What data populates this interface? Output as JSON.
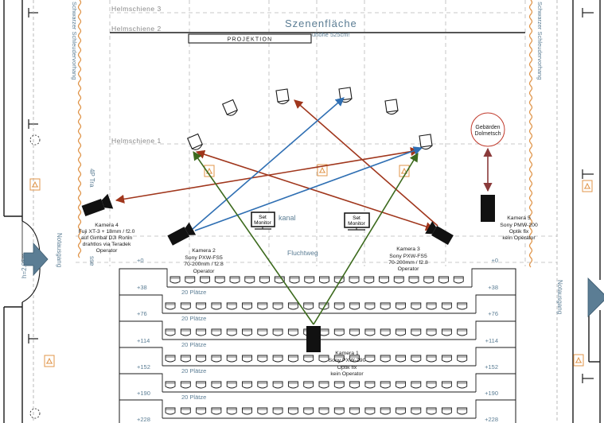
{
  "rails": {
    "rail3": "Helmschiene 3",
    "rail2": "Helmschiene 2",
    "rail1": "Helmschiene 1"
  },
  "stage": {
    "title": "Szenenfläche",
    "height_note": "uhöhe 525cm!",
    "projection": "PROJEKTION",
    "curtain_label": "Schwarzer Schleudervorhang"
  },
  "sides": {
    "canal_label": "kanal",
    "escape_path": "Fluchtweg",
    "emergency_exit": "Notausgang",
    "height_note": "h=2.96m",
    "tp_label": "4P Tra",
    "sse_label": "sse"
  },
  "monitors": [
    {
      "line1": "Set",
      "line2": "Monitor"
    },
    {
      "line1": "Set",
      "line2": "Monitor"
    }
  ],
  "interpreter": {
    "line1": "Gebärden",
    "line2": "Dolmetsch"
  },
  "cameras": [
    {
      "lines": [
        "Kamera 1",
        "Sony PXW-Z90",
        "Optik fix",
        "kein Operator"
      ]
    },
    {
      "lines": [
        "Kamera 2",
        "Sony PXW-FS5",
        "70-200mm / f2.8",
        "Operator"
      ]
    },
    {
      "lines": [
        "Kamera 3",
        "Sony PXW-FS5",
        "70-200mm / f2.8",
        "Operator"
      ]
    },
    {
      "lines": [
        "Kamera 4",
        "Fuji XT-3 + 18mm / f2.0",
        "auf Gimbal DJI Ronin",
        "drahtlos via Teradek",
        "Operator"
      ]
    },
    {
      "lines": [
        "Kamera 5",
        "Sony PMW-200",
        "Optik fix",
        "kein Operator"
      ]
    }
  ],
  "seating": {
    "seats_label": "20 Plätze",
    "row_offsets": [
      "+0",
      "+38",
      "+76",
      "+114",
      "+152",
      "+190",
      "+228"
    ]
  },
  "colors": {
    "line_dark": "#1a1a1a",
    "label_blue": "#5b7d94",
    "arrow_red": "#a0361c",
    "arrow_blue": "#2f6fb3",
    "arrow_green": "#3c6a1d",
    "accent_orange": "#e0954a",
    "interpreter_red": "#c0392b",
    "grid_dash": "#b9b9b9"
  },
  "icons": [
    "camera-icon",
    "stage-light-icon",
    "monitor-icon",
    "door-icon",
    "exit-arrow-icon",
    "spotlight-symbol-icon"
  ]
}
